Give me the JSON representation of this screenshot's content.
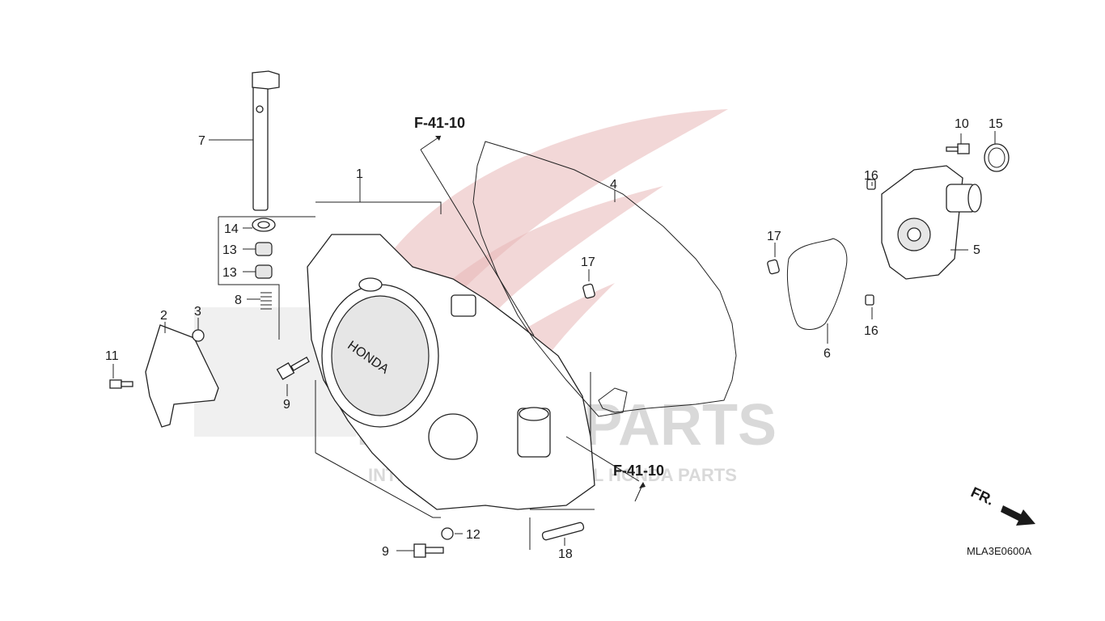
{
  "diagram": {
    "code": "MLA3E0600A",
    "direction_label": "FR.",
    "ref_labels": [
      "F-41-10",
      "F-41-10"
    ],
    "callouts": [
      "1",
      "2",
      "3",
      "4",
      "5",
      "6",
      "7",
      "8",
      "9",
      "9",
      "10",
      "11",
      "12",
      "13",
      "13",
      "14",
      "15",
      "16",
      "16",
      "17",
      "17",
      "18"
    ]
  },
  "watermark": {
    "text_main": "HONDA PARTS",
    "text_sub": "INTERNATIONAL ORIGINAL HONDA PARTS"
  },
  "colors": {
    "line": "#222222",
    "watermark_red": "#e8b7b7",
    "watermark_gray": "#d9d9d9"
  }
}
